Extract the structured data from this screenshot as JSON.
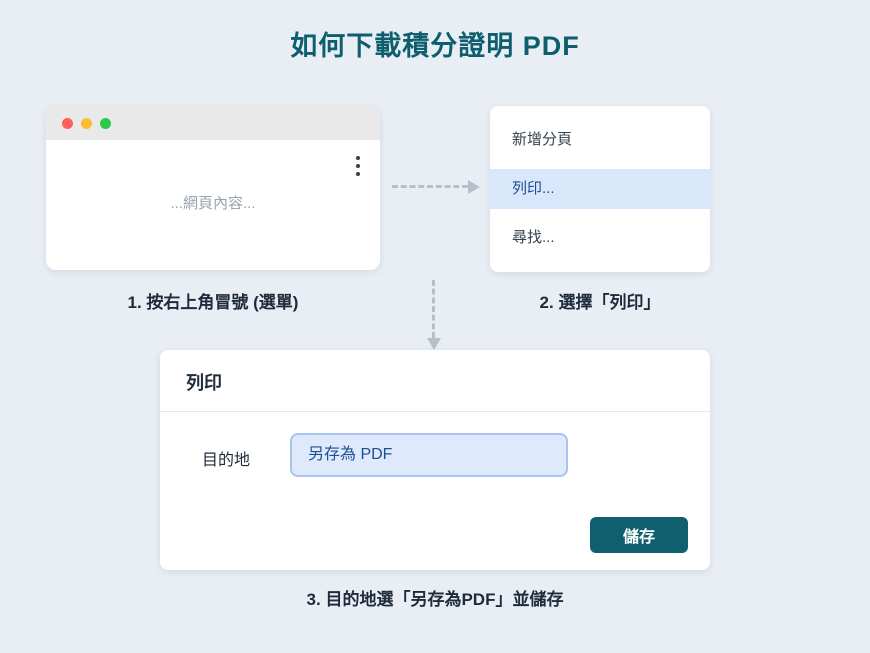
{
  "page": {
    "title": "如何下載積分證明 PDF"
  },
  "colors": {
    "background": "#e9eef5",
    "teal_accent": "#0f5f6e",
    "menu_highlight_bg": "#d9e7fb",
    "menu_highlight_text": "#1d4f91",
    "select_bg": "#dfe9fc",
    "select_border": "#a9c3ee",
    "arrow": "#b7bfc9",
    "traffic_red": "#ff5f57",
    "traffic_yellow": "#febc2e",
    "traffic_green": "#2bc948"
  },
  "browser": {
    "content_placeholder": "...網頁內容...",
    "caption": "1. 按右上角冒號 (選單)"
  },
  "menu": {
    "items": [
      {
        "label": "新增分頁",
        "highlighted": false
      },
      {
        "label": "列印...",
        "highlighted": true
      },
      {
        "label": "尋找...",
        "highlighted": false
      }
    ],
    "caption": "2. 選擇「列印」"
  },
  "print_dialog": {
    "title": "列印",
    "destination_label": "目的地",
    "destination_value": "另存為 PDF",
    "save_button_label": "儲存",
    "caption": "3. 目的地選「另存為PDF」並儲存"
  }
}
